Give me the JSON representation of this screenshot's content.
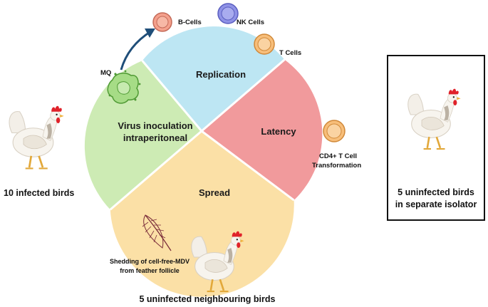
{
  "cycle": {
    "segments": {
      "replication": "Replication",
      "latency": "Latency",
      "spread": "Spread",
      "inoculation_line1": "Virus inoculation",
      "inoculation_line2": "intraperitoneal"
    },
    "colors": {
      "replication": "#bde6f3",
      "latency": "#f19a9c",
      "spread": "#fbe0a6",
      "inoculation": "#cdebb4"
    }
  },
  "cells": {
    "b_cells": "B-Cells",
    "nk_cells": "NK Cells",
    "t_cells": "T Cells",
    "mq": "MQ",
    "cd4_line1": "CD4+ T Cell",
    "cd4_line2": "Transformation"
  },
  "notes": {
    "shedding_line1": "Shedding of cell-free-MDV",
    "shedding_line2": "from feather follicle"
  },
  "groups": {
    "infected": "10 infected birds",
    "neighbouring": "5 uninfected neighbouring birds",
    "isolator_line1": "5 uninfected birds",
    "isolator_line2": "in separate isolator"
  },
  "icons": [
    "chicken-icon",
    "feather-icon",
    "macrophage-icon",
    "b-cell-icon",
    "nk-cell-icon",
    "t-cell-icon",
    "cd4-t-cell-icon",
    "arrow-icon"
  ]
}
